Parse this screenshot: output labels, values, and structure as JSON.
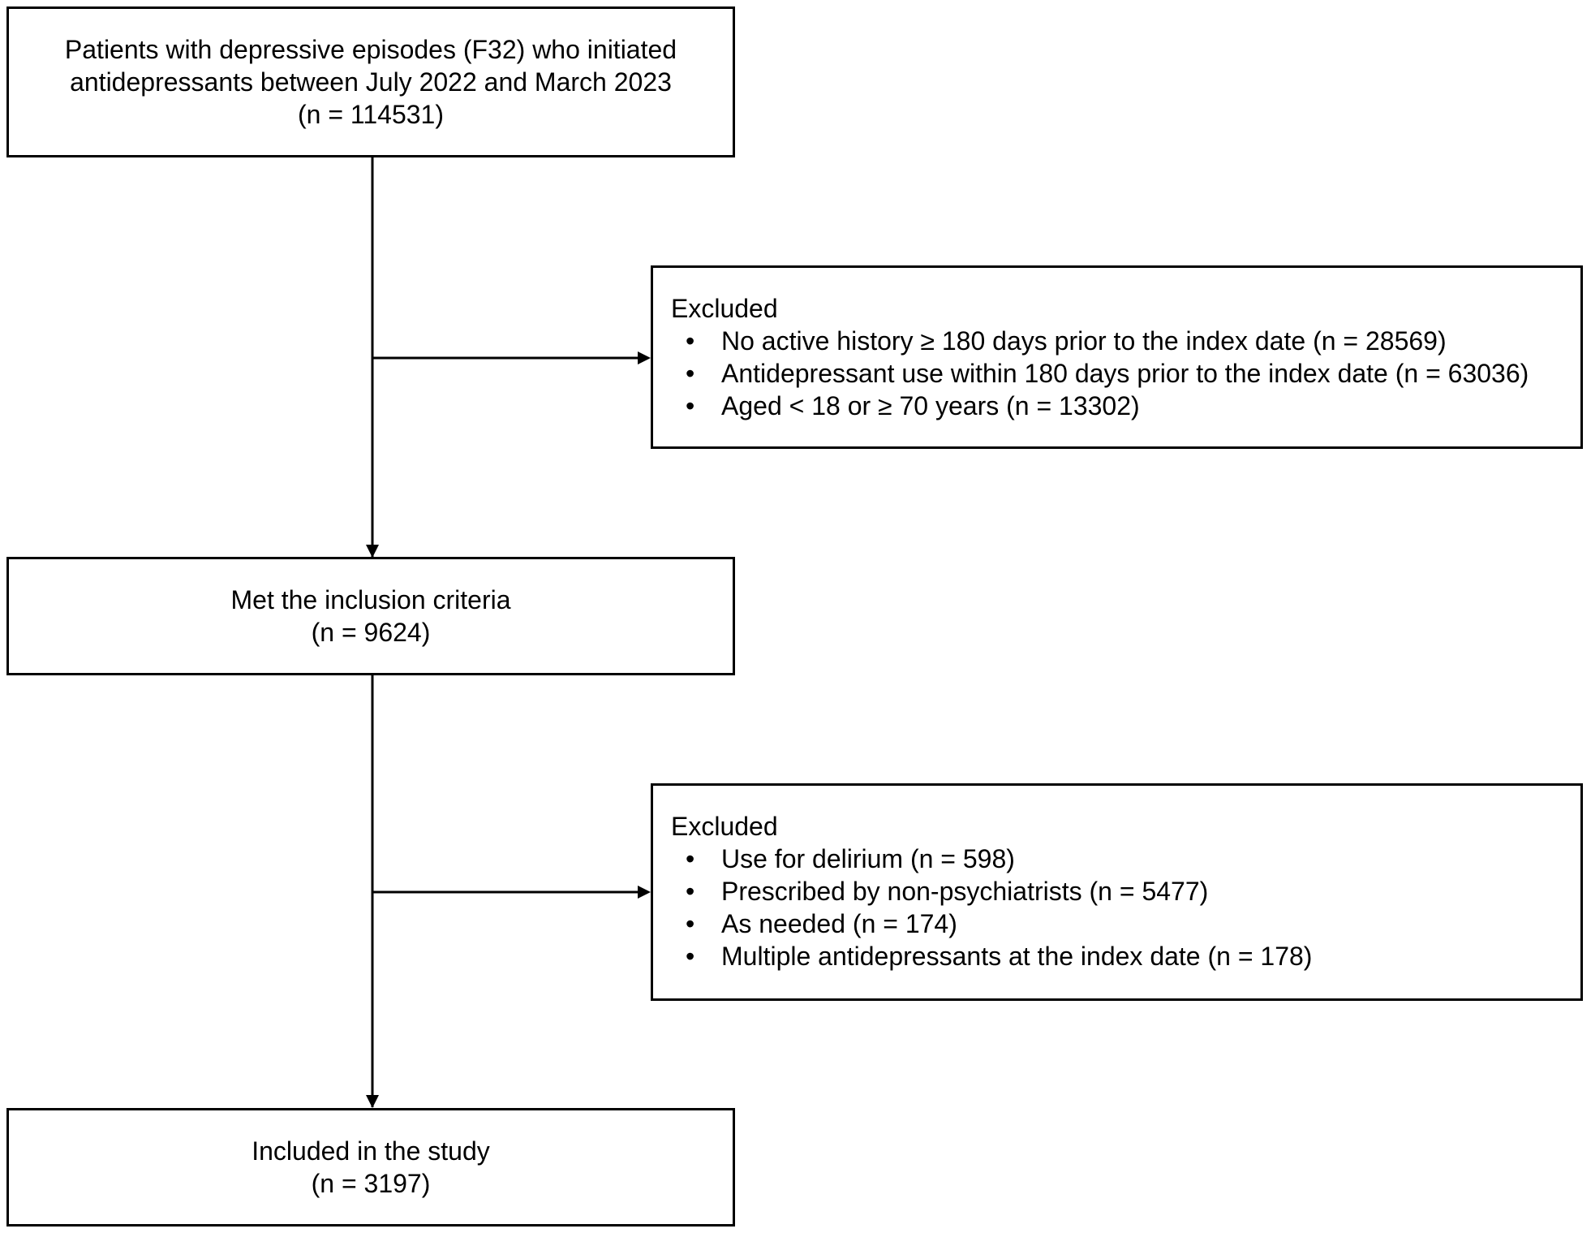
{
  "box1": {
    "lines": [
      "Patients with depressive episodes (F32) who initiated",
      "antidepressants between July 2022 and March 2023",
      "(n = 114531)"
    ]
  },
  "excluded1": {
    "title": "Excluded",
    "items": [
      "No active history ≥ 180 days prior to the index date (n = 28569)",
      "Antidepressant use within 180 days prior to the index date (n = 63036)",
      "Aged < 18 or ≥ 70 years (n = 13302)"
    ]
  },
  "box2": {
    "lines": [
      "Met the inclusion criteria",
      "(n = 9624)"
    ]
  },
  "excluded2": {
    "title": "Excluded",
    "items": [
      "Use for delirium (n = 598)",
      "Prescribed by non-psychiatrists (n = 5477)",
      "As needed (n = 174)",
      "Multiple antidepressants at the index date (n = 178)"
    ]
  },
  "box3": {
    "lines": [
      "Included in the study",
      "(n = 3197)"
    ]
  },
  "bullet_glyph": "•"
}
